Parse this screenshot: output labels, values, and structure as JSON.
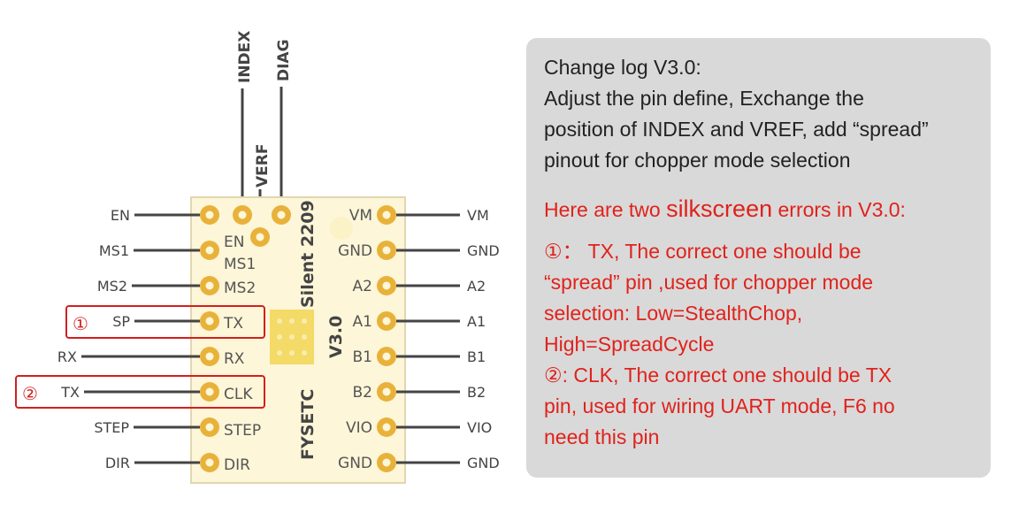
{
  "pins_left": [
    "EN",
    "MS1",
    "MS2",
    "SP",
    "RX",
    "TX",
    "STEP",
    "DIR"
  ],
  "pins_right": [
    "VM",
    "GND",
    "A2",
    "A1",
    "B1",
    "B2",
    "VIO",
    "GND"
  ],
  "pins_top": [
    "INDEX",
    "VERF",
    "DIAG"
  ],
  "board": {
    "left_labels": [
      "EN",
      "MS1",
      "MS2",
      "TX",
      "RX",
      "CLK",
      "STEP",
      "DIR"
    ],
    "right_labels": [
      "VM",
      "GND",
      "A2",
      "A1",
      "B1",
      "B2",
      "VIO",
      "GND"
    ],
    "silk_model": "Silent 2209",
    "silk_version": "V3.0",
    "silk_brand": "FYSETC"
  },
  "markers": [
    "①",
    "②"
  ],
  "colors": {
    "board": "#fdf6d8",
    "pad": "#e8b23a",
    "highlight": "#d21f1f",
    "note_bg": "#d9d9d9",
    "note_red": "#e0221c"
  },
  "notes": {
    "changelog_title": "Change log V3.0:",
    "changelog_body_1": "Adjust the pin define, Exchange the",
    "changelog_body_2": "position of INDEX and VREF, add “spread”",
    "changelog_body_3": "pinout for chopper mode selection",
    "errors_pre": "Here are two ",
    "errors_word": "silkscreen",
    "errors_post": " errors in V3.0:",
    "error1_line1": "①：  TX, The correct one should be",
    "error1_line2": "“spread” pin ,used for chopper mode",
    "error1_line3": "selection: Low=StealthChop,",
    "error1_line4": "High=SpreadCycle",
    "error2_line1": "②: CLK, The correct one should be TX",
    "error2_line2": "pin, used for wiring UART mode, F6 no",
    "error2_line3": "need this pin"
  }
}
